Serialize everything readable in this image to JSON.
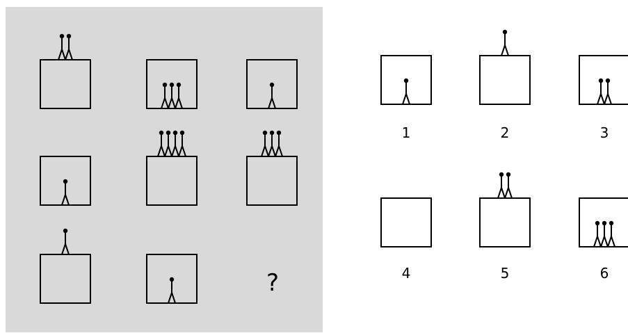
{
  "puzzle": {
    "panel_color": "#d9d9d9",
    "question_mark": "?",
    "grid": [
      {
        "figures": 2,
        "placement": "on-top"
      },
      {
        "figures": 3,
        "placement": "inside"
      },
      {
        "figures": 1,
        "placement": "inside"
      },
      {
        "figures": 1,
        "placement": "inside"
      },
      {
        "figures": 4,
        "placement": "on-top"
      },
      {
        "figures": 3,
        "placement": "on-top"
      },
      {
        "figures": 1,
        "placement": "on-top"
      },
      {
        "figures": 1,
        "placement": "inside"
      }
    ]
  },
  "options": [
    {
      "label": "1",
      "figures": 1,
      "placement": "inside"
    },
    {
      "label": "2",
      "figures": 1,
      "placement": "on-top"
    },
    {
      "label": "3",
      "figures": 2,
      "placement": "inside"
    },
    {
      "label": "4",
      "figures": 0,
      "placement": "none"
    },
    {
      "label": "5",
      "figures": 2,
      "placement": "on-top"
    },
    {
      "label": "6",
      "figures": 3,
      "placement": "inside"
    }
  ]
}
